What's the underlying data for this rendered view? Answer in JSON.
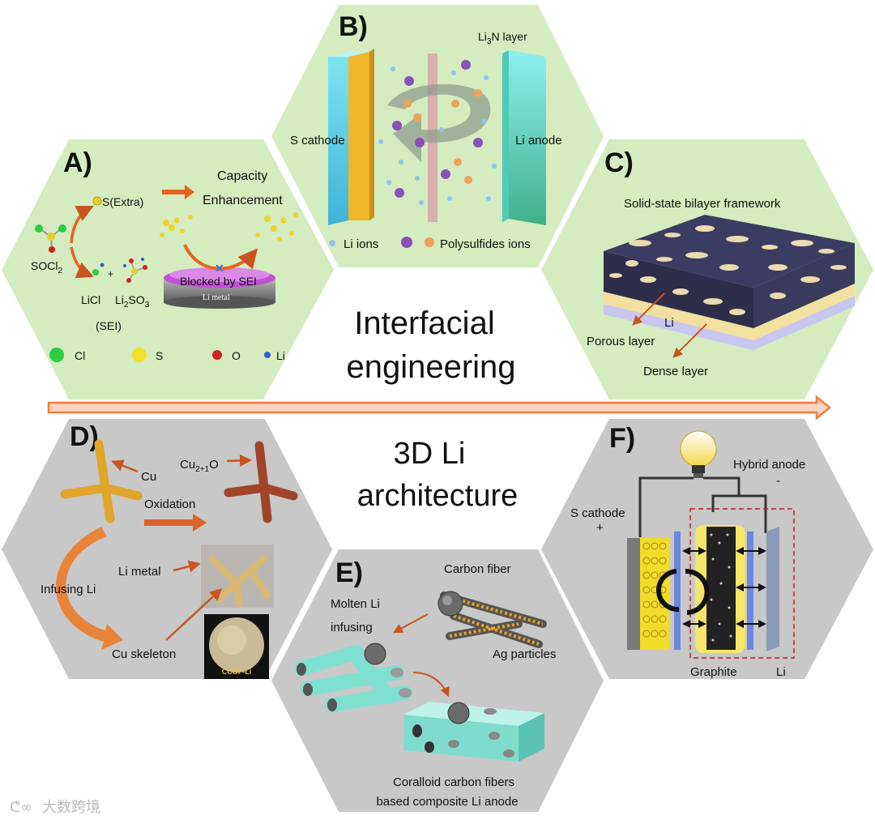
{
  "colors": {
    "green_hex": "#d4ecbf",
    "gray_hex": "#c8c8c8",
    "arrow_orange": "#f47b3b",
    "rust": "#c8551e"
  },
  "center": {
    "top_title_line1": "Interfacial",
    "top_title_line2": "engineering",
    "bottom_title_line1": "3D Li",
    "bottom_title_line2": "architecture"
  },
  "panelA": {
    "label": "A)",
    "s_extra": "S(Extra)",
    "capacity": "Capacity",
    "enhancement": "Enhancement",
    "socl": "SOCl",
    "socl_sub": "2",
    "licl": "LiCl",
    "plus": "+",
    "li2so3_a": "Li",
    "li2so3_sub1": "2",
    "li2so3_b": "SO",
    "li2so3_sub2": "3",
    "sei": "(SEI)",
    "blocked": "Blocked by SEI",
    "li_metal": "Li metal",
    "legend": [
      "Cl",
      "S",
      "O",
      "Li"
    ]
  },
  "panelB": {
    "label": "B)",
    "li3n_a": "Li",
    "li3n_sub": "3",
    "li3n_b": "N layer",
    "s_cathode": "S cathode",
    "li_anode": "Li anode",
    "li_ions": "Li ions",
    "polysulfides": "Polysulfides ions"
  },
  "panelC": {
    "label": "C)",
    "title": "Solid-state bilayer framework",
    "li": "Li",
    "porous": "Porous layer",
    "dense": "Dense layer"
  },
  "panelD": {
    "label": "D)",
    "cu": "Cu",
    "cu2o_a": "Cu",
    "cu2o_sub": "2+1",
    "cu2o_b": "O",
    "oxidation": "Oxidation",
    "li_metal": "Li metal",
    "infusing": "Infusing Li",
    "skeleton": "Cu skeleton",
    "ccof": "CCOF-Li"
  },
  "panelE": {
    "label": "E)",
    "carbon_fiber": "Carbon fiber",
    "molten": "Molten Li",
    "infusing": "infusing",
    "ag": "Ag particles",
    "caption1": "Coralloid carbon fibers",
    "caption2": "based composite  Li anode"
  },
  "panelF": {
    "label": "F)",
    "hybrid": "Hybrid anode",
    "minus": "-",
    "s_cathode": "S cathode",
    "plus": "+",
    "graphite": "Graphite",
    "li": "Li"
  },
  "watermark": "大数跨境"
}
